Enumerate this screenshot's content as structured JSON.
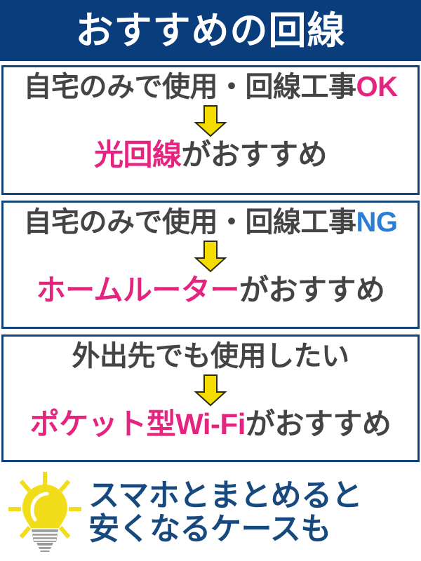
{
  "header": {
    "title": "おすすめの回線",
    "background_color": "#0A3D7C",
    "text_color": "#FFFFFF"
  },
  "colors": {
    "banner_blue": "#0A3D7C",
    "border_navy": "#12457E",
    "body_gray": "#444444",
    "highlight_magenta": "#E5247F",
    "ok_magenta": "#E5247F",
    "ng_blue": "#2A7FD4",
    "arrow_yellow": "#F5DC00",
    "arrow_outline": "#2B2B18",
    "tip_navy": "#17497F",
    "bulb_yellow": "#F2DD1B",
    "bulb_base_gray": "#9A9A9A"
  },
  "cards": [
    {
      "condition_prefix": "自宅のみで使用・回線工事",
      "condition_flag": "OK",
      "condition_flag_type": "ok",
      "arrow_icon": "arrow-down-icon",
      "result_highlight": "光回線",
      "result_suffix": "がおすすめ"
    },
    {
      "condition_prefix": "自宅のみで使用・回線工事",
      "condition_flag": "NG",
      "condition_flag_type": "ng",
      "arrow_icon": "arrow-down-icon",
      "result_highlight": "ホームルーター",
      "result_suffix": "がおすすめ"
    },
    {
      "condition_prefix": "外出先でも使用したい",
      "condition_flag": "",
      "condition_flag_type": "none",
      "arrow_icon": "arrow-down-icon",
      "result_highlight": "ポケット型Wi-Fi",
      "result_suffix": "がおすすめ"
    }
  ],
  "footer": {
    "icon": "lightbulb-icon",
    "line1": "スマホとまとめると",
    "line2": "安くなるケースも"
  }
}
